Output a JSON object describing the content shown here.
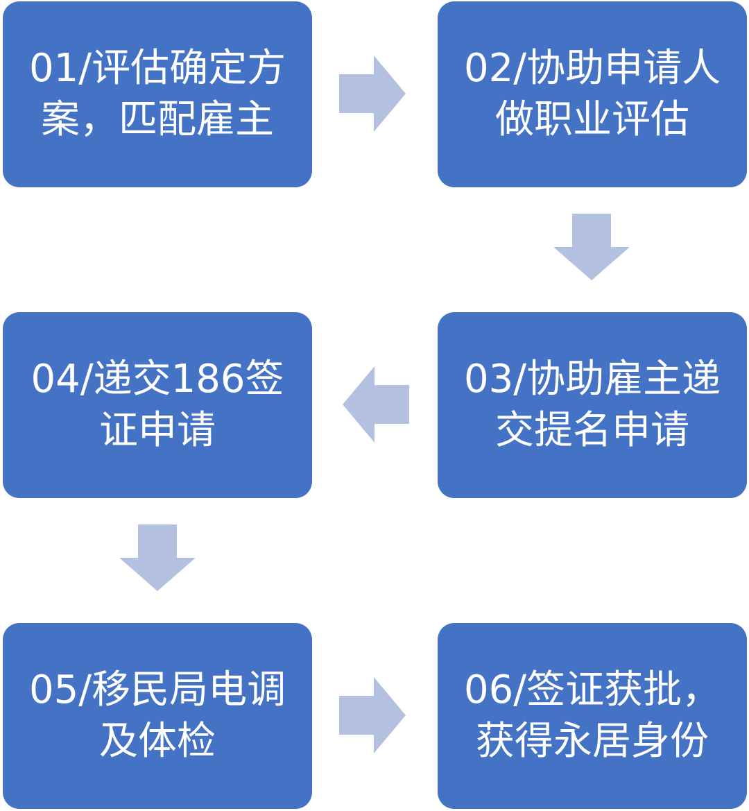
{
  "steps": [
    {
      "label": "01/评估确定方案，匹配雇主"
    },
    {
      "label": "02/协助申请人做职业评估"
    },
    {
      "label": "03/协助雇主递交提名申请"
    },
    {
      "label": "04/递交186签证申请"
    },
    {
      "label": "05/移民局电调及体检"
    },
    {
      "label": "06/签证获批，获得永居身份"
    }
  ],
  "colors": {
    "box": "#4472c4",
    "text": "#ffffff",
    "arrow": "#b4c0e0"
  }
}
